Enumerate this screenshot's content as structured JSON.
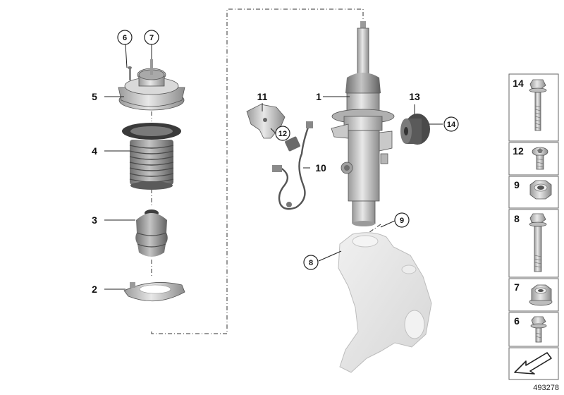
{
  "callouts": [
    {
      "id": "c1",
      "label": "1",
      "circled": false
    },
    {
      "id": "c2",
      "label": "2",
      "circled": false
    },
    {
      "id": "c3",
      "label": "3",
      "circled": false
    },
    {
      "id": "c4",
      "label": "4",
      "circled": false
    },
    {
      "id": "c5",
      "label": "5",
      "circled": false
    },
    {
      "id": "c6",
      "label": "6",
      "circled": true
    },
    {
      "id": "c7",
      "label": "7",
      "circled": true
    },
    {
      "id": "c8",
      "label": "8",
      "circled": true
    },
    {
      "id": "c9",
      "label": "9",
      "circled": true
    },
    {
      "id": "c10",
      "label": "10",
      "circled": false
    },
    {
      "id": "c11",
      "label": "11",
      "circled": false
    },
    {
      "id": "c12",
      "label": "12",
      "circled": true
    },
    {
      "id": "c13",
      "label": "13",
      "circled": false
    },
    {
      "id": "c14",
      "label": "14",
      "circled": true
    }
  ],
  "side_panel": {
    "items": [
      {
        "label": "14",
        "part": "hex-flange-bolt"
      },
      {
        "label": "12",
        "part": "torx-pan-screw"
      },
      {
        "label": "9",
        "part": "hex-nut"
      },
      {
        "label": "8",
        "part": "hex-flange-bolt-long"
      },
      {
        "label": "7",
        "part": "hex-flange-nut"
      },
      {
        "label": "6",
        "part": "hex-flange-bolt-short"
      }
    ],
    "arrow_icon": "orientation-arrow-icon"
  },
  "doc_number": "493278",
  "colors": {
    "part_fill": "#cfcfcf",
    "part_dark": "#8a8a8a",
    "knuckle_fill": "#e6e6e6",
    "line": "#222222"
  }
}
